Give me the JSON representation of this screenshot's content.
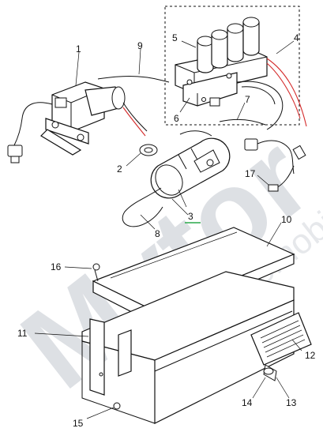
{
  "watermark": {
    "brand": "Mytor",
    "sub": "automobil"
  },
  "callouts": [
    {
      "id": "1",
      "label": "1"
    },
    {
      "id": "2",
      "label": "2"
    },
    {
      "id": "3",
      "label": "3"
    },
    {
      "id": "4",
      "label": "4"
    },
    {
      "id": "5",
      "label": "5"
    },
    {
      "id": "6",
      "label": "6"
    },
    {
      "id": "7",
      "label": "7"
    },
    {
      "id": "8",
      "label": "8"
    },
    {
      "id": "9",
      "label": "9"
    },
    {
      "id": "10",
      "label": "10"
    },
    {
      "id": "11",
      "label": "11"
    },
    {
      "id": "12",
      "label": "12"
    },
    {
      "id": "13",
      "label": "13"
    },
    {
      "id": "14",
      "label": "14"
    },
    {
      "id": "15",
      "label": "15"
    },
    {
      "id": "16",
      "label": "16"
    },
    {
      "id": "17",
      "label": "17"
    }
  ],
  "colors": {
    "highlight_red": "#d42a2a",
    "highlight_green": "#2aa84a",
    "watermark": "#c3c7cf"
  }
}
